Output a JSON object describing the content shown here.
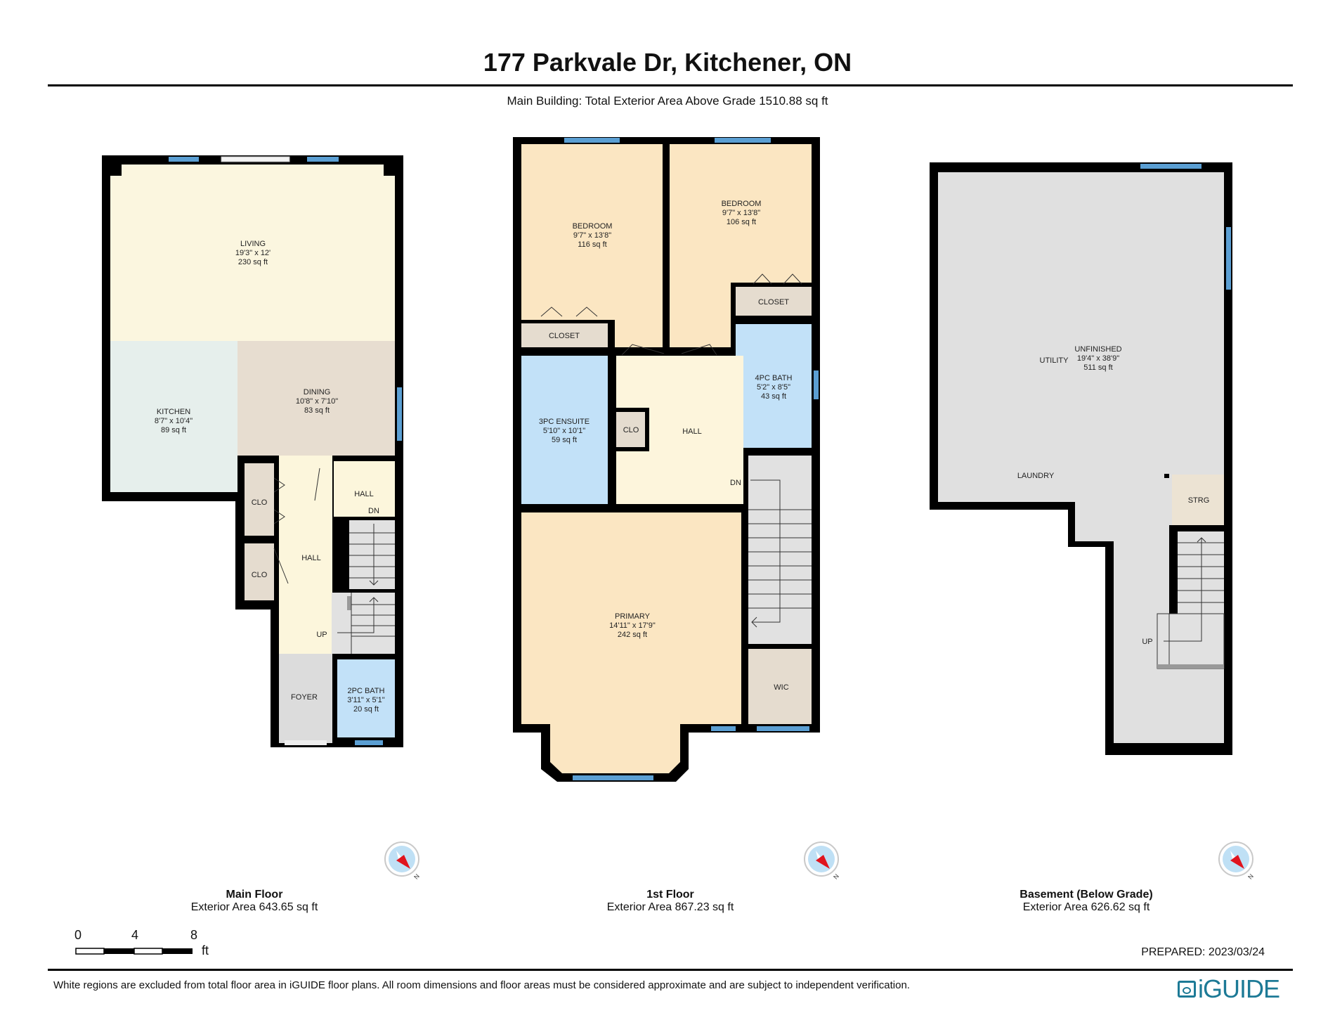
{
  "title": "177 Parkvale Dr, Kitchener, ON",
  "subtitle": "Main Building: Total Exterior Area Above Grade 1510.88 sq ft",
  "colors": {
    "wall": "#000000",
    "window": "#5b9fd3",
    "living": "#fbf6df",
    "kitchen": "#e6efec",
    "neutral": "#e7ddd0",
    "bath": "#c2e1f8",
    "bedroom": "#fbe6c2",
    "stairs": "#e1e1e1",
    "unfinished": "#e0e0e0",
    "logo": "#1d7a96",
    "compass_needle": "#e0141e"
  },
  "floors": {
    "main": {
      "name": "Main Floor",
      "area": "Exterior Area 643.65 sq ft",
      "rooms": {
        "living": {
          "name": "LIVING",
          "dims": "19'3\" x 12'",
          "area": "230 sq ft"
        },
        "kitchen": {
          "name": "KITCHEN",
          "dims": "8'7\" x 10'4\"",
          "area": "89 sq ft"
        },
        "dining": {
          "name": "DINING",
          "dims": "10'8\" x 7'10\"",
          "area": "83 sq ft"
        },
        "clo1": {
          "name": "CLO"
        },
        "clo2": {
          "name": "CLO"
        },
        "hall": {
          "name": "HALL"
        },
        "hall2": {
          "name": "HALL",
          "stair": "DN"
        },
        "up": {
          "name": "UP"
        },
        "foyer": {
          "name": "FOYER"
        },
        "bath2": {
          "name": "2PC BATH",
          "dims": "3'11\" x 5'1\"",
          "area": "20 sq ft"
        }
      }
    },
    "first": {
      "name": "1st Floor",
      "area": "Exterior Area 867.23 sq ft",
      "rooms": {
        "bedroom1": {
          "name": "BEDROOM",
          "dims": "9'7\" x 13'8\"",
          "area": "116 sq ft"
        },
        "bedroom2": {
          "name": "BEDROOM",
          "dims": "9'7\" x 13'8\"",
          "area": "106 sq ft"
        },
        "closet1": {
          "name": "CLOSET"
        },
        "closet2": {
          "name": "CLOSET"
        },
        "ensuite": {
          "name": "3PC ENSUITE",
          "dims": "5'10\" x 10'1\"",
          "area": "59 sq ft"
        },
        "clo": {
          "name": "CLO"
        },
        "hall": {
          "name": "HALL"
        },
        "bath4": {
          "name": "4PC BATH",
          "dims": "5'2\" x 8'5\"",
          "area": "43 sq ft"
        },
        "dn": {
          "name": "DN"
        },
        "primary": {
          "name": "PRIMARY",
          "dims": "14'11\" x 17'9\"",
          "area": "242 sq ft"
        },
        "wic": {
          "name": "WIC"
        }
      }
    },
    "basement": {
      "name": "Basement (Below Grade)",
      "area": "Exterior Area 626.62 sq ft",
      "rooms": {
        "unfinished": {
          "name": "UNFINISHED",
          "dims": "19'4\" x 38'9\"",
          "area": "511 sq ft"
        },
        "utility": {
          "name": "UTILITY"
        },
        "laundry": {
          "name": "LAUNDRY"
        },
        "strg": {
          "name": "STRG"
        },
        "up": {
          "name": "UP"
        }
      }
    }
  },
  "compass_label": "N",
  "scale": {
    "ticks": [
      "0",
      "4",
      "8"
    ],
    "unit": "ft"
  },
  "prepared": "PREPARED: 2023/03/24",
  "disclaimer": "White regions are excluded from total floor area in iGUIDE floor plans. All room dimensions and floor areas must be considered approximate and are subject to independent verification.",
  "logo": "iGUIDE"
}
